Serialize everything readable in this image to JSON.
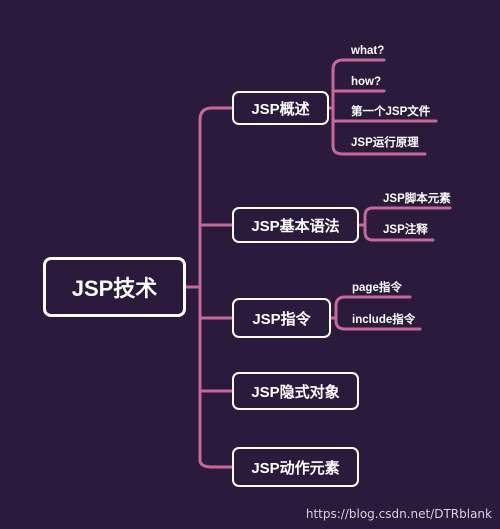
{
  "colors": {
    "background": "#2a1a3c",
    "connector": "#c9669a",
    "node_border": "#ffffff",
    "text": "#ffffff"
  },
  "root": {
    "label": "JSP技术"
  },
  "branches": [
    {
      "label": "JSP概述",
      "children": [
        "what?",
        "how?",
        "第一个JSP文件",
        "JSP运行原理"
      ]
    },
    {
      "label": "JSP基本语法",
      "children": [
        "JSP脚本元素",
        "JSP注释"
      ]
    },
    {
      "label": "JSP指令",
      "children": [
        "page指令",
        "include指令"
      ]
    },
    {
      "label": "JSP隐式对象",
      "children": []
    },
    {
      "label": "JSP动作元素",
      "children": []
    }
  ],
  "watermark": "https://blog.csdn.net/DTRblank"
}
